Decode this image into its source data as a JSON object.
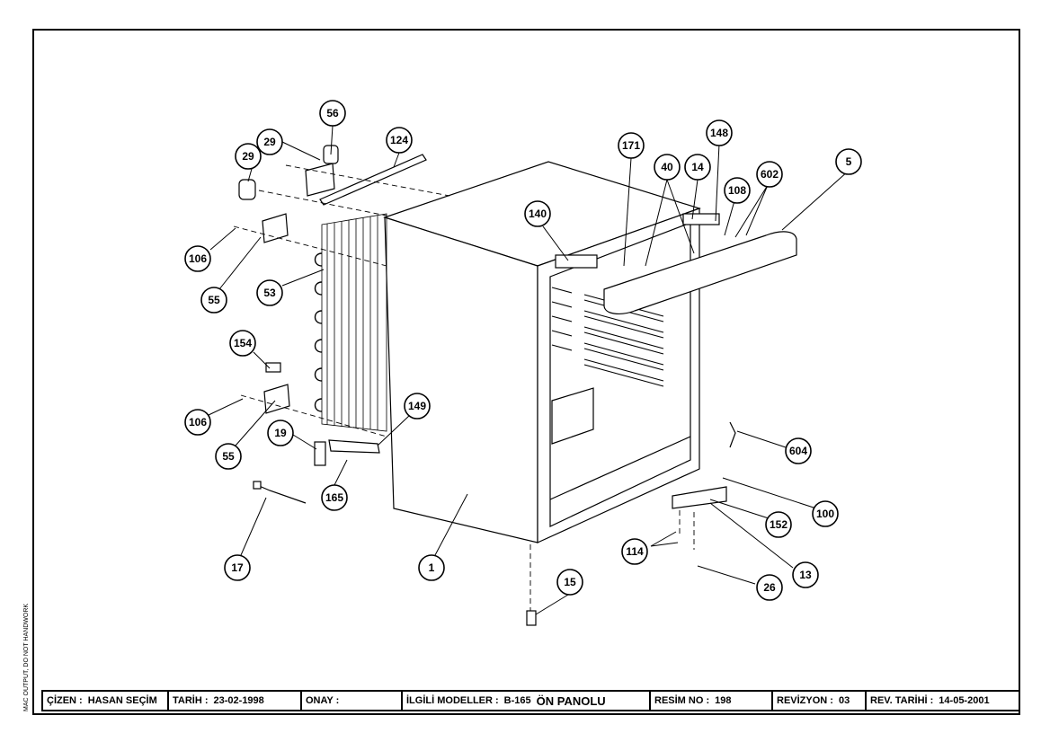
{
  "callouts": [
    "56",
    "29",
    "124",
    "29",
    "106",
    "55",
    "53",
    "154",
    "106",
    "55",
    "19",
    "149",
    "165",
    "17",
    "1",
    "15",
    "140",
    "171",
    "40",
    "14",
    "148",
    "108",
    "602",
    "5",
    "604",
    "100",
    "152",
    "13",
    "114",
    "26"
  ],
  "title_block": {
    "drawn_by_label": "ÇİZEN :",
    "drawn_by": "HASAN SEÇİM",
    "date_label": "TARİH :",
    "date": "23-02-1998",
    "approval_label": "ONAY :",
    "approval": "",
    "models_label": "İLGİLİ MODELLER :",
    "models": "B-165",
    "models_suffix": "ÖN PANOLU",
    "drawing_no_label": "RESİM NO :",
    "drawing_no": "198",
    "revision_label": "REVİZYON :",
    "revision": "03",
    "rev_date_label": "REV. TARİHİ :",
    "rev_date": "14-05-2001"
  },
  "side_note": "MAC OUTPUT, DO NOT HANDWORK"
}
